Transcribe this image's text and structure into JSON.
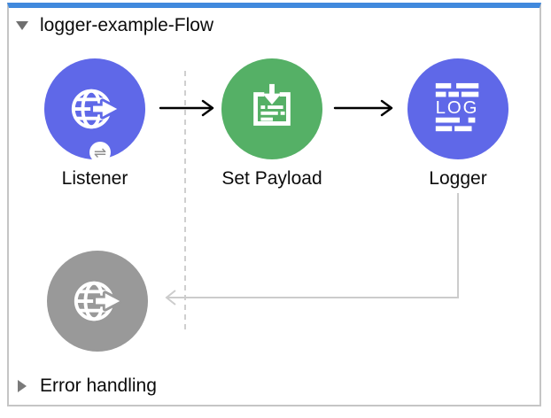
{
  "colors": {
    "accent_top_bar": "#4189DD",
    "node_indigo": "#5F68E8",
    "node_green": "#55B066",
    "node_gray": "#999999",
    "border_gray": "#C5C5C5",
    "connector_black": "#000000",
    "connector_light_gray": "#CCCCCC",
    "dashed_guide_gray": "#CFCFCF"
  },
  "flow": {
    "title": "logger-example-Flow",
    "collapsed": false,
    "nodes": [
      {
        "id": "listener",
        "label": "Listener",
        "icon": "globe-arrow-icon",
        "badge_glyph": "⇌"
      },
      {
        "id": "set-payload",
        "label": "Set Payload",
        "icon": "set-payload-document-icon"
      },
      {
        "id": "logger",
        "label": "Logger",
        "icon": "logger-log-lines-icon",
        "log_text": "LOG"
      },
      {
        "id": "response",
        "label": "",
        "icon": "globe-arrow-icon"
      }
    ]
  },
  "error_handling": {
    "label": "Error handling",
    "collapsed": true
  }
}
